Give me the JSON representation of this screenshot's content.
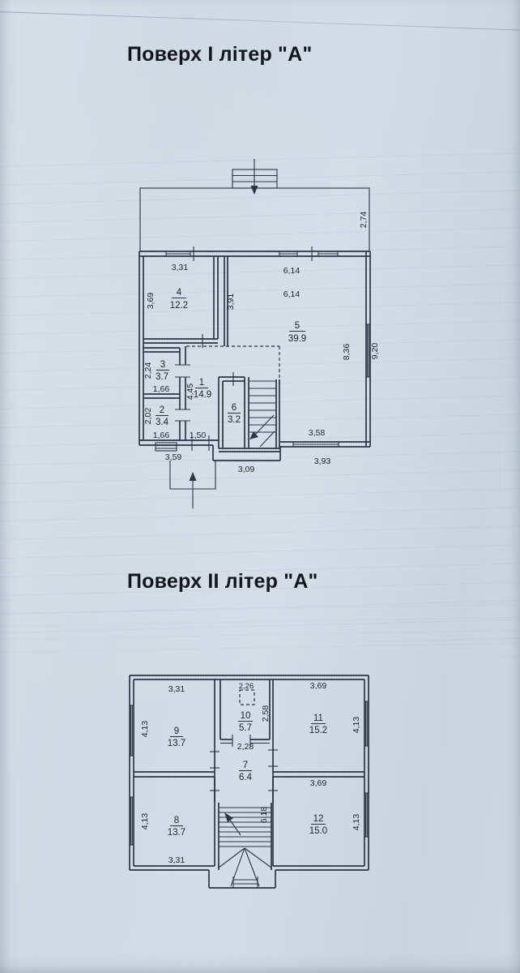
{
  "colors": {
    "paper": "#ced8e3",
    "ink": "#27313f",
    "label": "#171f2a"
  },
  "floor1": {
    "title": "Поверх I літер \"А\"",
    "rooms": [
      {
        "num": "1",
        "area": "14.9"
      },
      {
        "num": "2",
        "area": "3.4"
      },
      {
        "num": "3",
        "area": "3.7"
      },
      {
        "num": "4",
        "area": "12.2"
      },
      {
        "num": "5",
        "area": "39.9"
      },
      {
        "num": "6",
        "area": "3.2"
      }
    ],
    "dims": {
      "terrace_right": "2,74",
      "r4_top": "3,31",
      "r4_left": "3,69",
      "r5_left": "3,91",
      "r5_top": "6,14",
      "r5_inner": "6,14",
      "r5_bottom": "3,58",
      "right_inner": "8,36",
      "right_outer": "9,20",
      "r3_left": "2,24",
      "r3_bottom": "1,66",
      "r2_left": "2,02",
      "r2_bottom": "1,66",
      "hall_left": "4,45",
      "hall_bottom": "1,50",
      "bottom_left": "3,59",
      "bottom_mid": "3,09",
      "bottom_right": "3,93"
    }
  },
  "floor2": {
    "title": "Поверх II літер \"А\"",
    "rooms": [
      {
        "num": "7",
        "area": "6.4"
      },
      {
        "num": "8",
        "area": "13.7"
      },
      {
        "num": "9",
        "area": "13.7"
      },
      {
        "num": "10",
        "area": "5.7"
      },
      {
        "num": "11",
        "area": "15.2"
      },
      {
        "num": "12",
        "area": "15.0"
      }
    ],
    "dims": {
      "r9_top": "3,31",
      "r10_top": "2,26",
      "r11_top": "3,69",
      "r9_left": "4,13",
      "r10_right": "2,58",
      "r11_right": "4,13",
      "hall_top": "2,28",
      "r12_top": "3,69",
      "r8_left": "4,13",
      "r12_right": "4,13",
      "stairs_height": "6,18",
      "r8_bottom": "3,31"
    }
  }
}
